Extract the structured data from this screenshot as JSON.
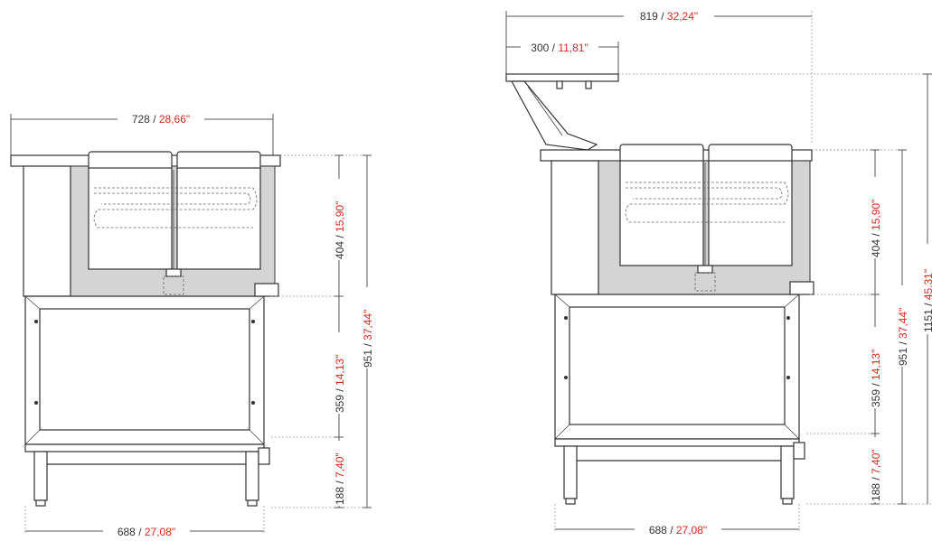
{
  "colors": {
    "mm": "#333333",
    "inch": "#d6281f",
    "body_grey": "#d4d4d4"
  },
  "front_view": {
    "top_width": {
      "mm": "728",
      "sep": " / ",
      "in": "28,66\""
    },
    "bottom_width": {
      "mm": "688",
      "sep": " / ",
      "in": "27,08\""
    },
    "well_height": {
      "mm": "404",
      "sep": " / ",
      "in": "15,90\""
    },
    "cabinet_height": {
      "mm": "359",
      "sep": " / ",
      "in": "14,13\""
    },
    "leg_height": {
      "mm": "188",
      "sep": " / ",
      "in": "7,40\""
    },
    "total_height": {
      "mm": "951",
      "sep": " / ",
      "in": "37,44\""
    }
  },
  "side_view": {
    "overall_width": {
      "mm": "819",
      "sep": " / ",
      "in": "32,24\""
    },
    "shelf_width": {
      "mm": "300",
      "sep": " / ",
      "in": "11,81\""
    },
    "bottom_width": {
      "mm": "688",
      "sep": " / ",
      "in": "27,08\""
    },
    "well_height": {
      "mm": "404",
      "sep": " / ",
      "in": "15,90\""
    },
    "cabinet_height": {
      "mm": "359",
      "sep": " / ",
      "in": "14,13\""
    },
    "leg_height": {
      "mm": "188",
      "sep": " / ",
      "in": "7,40\""
    },
    "total_height": {
      "mm": "951",
      "sep": " / ",
      "in": "37,44\""
    },
    "total_height_shelf": {
      "mm": "1151",
      "sep": " / ",
      "in": "45,31\""
    }
  }
}
